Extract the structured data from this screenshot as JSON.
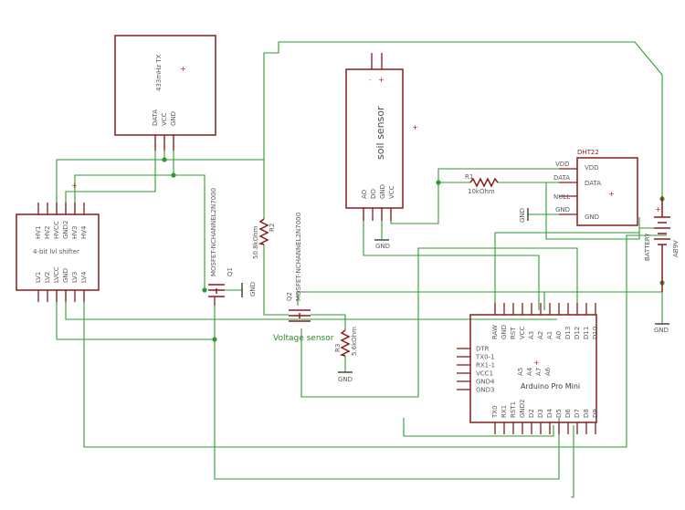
{
  "components": {
    "tx433": {
      "name": "433mHz TX",
      "pins": [
        "DATA",
        "VCC",
        "GND"
      ]
    },
    "soil_sensor": {
      "name": "soil sensor",
      "top_pin": "-",
      "pins": [
        "AO",
        "DO",
        "GND",
        "VCC"
      ]
    },
    "dht22": {
      "name": "DHT22",
      "pins": [
        "VDD",
        "DATA",
        "NULL",
        "GND"
      ]
    },
    "level_shifter": {
      "name": "4-bit lvl shifter",
      "top_pins": [
        "HV1",
        "HV2",
        "HVCC",
        "GND2",
        "HV3",
        "HV4"
      ],
      "bottom_pins": [
        "LV1",
        "LV2",
        "LVCC",
        "GND",
        "LV3",
        "LV4"
      ]
    },
    "q1": {
      "name": "Q1",
      "part": "MOSFET-NCHANNEL2N7000"
    },
    "q2": {
      "name": "Q2",
      "part": "MOSFET-NCHANNEL2N7000"
    },
    "r1": {
      "name": "R1",
      "value": "10kOhm"
    },
    "r2": {
      "name": "R2",
      "value": "50.8kOhm"
    },
    "r3": {
      "name": "R3",
      "value": "5.6kOhm"
    },
    "battery": {
      "name": "BATTERY",
      "value": "AB9V"
    },
    "arduino": {
      "name": "Arduino Pro Mini",
      "top_pins": [
        "RAW",
        "GND",
        "RST",
        "VCC",
        "A3",
        "A2",
        "A1",
        "A0",
        "D13",
        "D12",
        "D11",
        "D10"
      ],
      "left_pins": [
        "DTR",
        "TX0-1",
        "RX1-1",
        "VCC1",
        "GND4",
        "GND3"
      ],
      "inner_pins": [
        "A5",
        "A4",
        "A7",
        "A6"
      ],
      "bottom_pins": [
        "TX0",
        "RX1",
        "RST1",
        "GND2",
        "D2",
        "D3",
        "D4",
        "D5",
        "D6",
        "D7",
        "D8",
        "D9"
      ]
    }
  },
  "net_labels": {
    "vdd": "VDD",
    "data": "DATA",
    "null": "NULL",
    "gnd": "GND"
  },
  "gnd_label": "GND",
  "annotations": {
    "voltage_sensor": "Voltage sensor",
    "plus": "+"
  }
}
